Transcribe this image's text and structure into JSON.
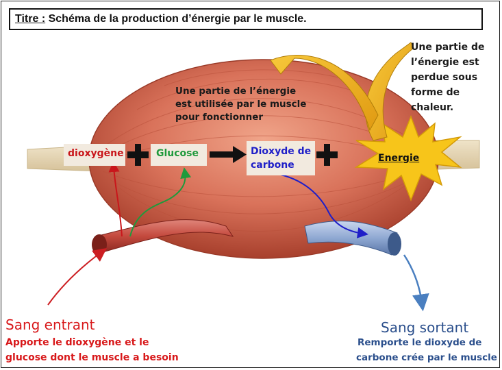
{
  "title": {
    "prefix": "Titre :",
    "text": "Schéma de la production d’énergie par le muscle."
  },
  "labels": {
    "dioxygene": "dioxygène",
    "glucose": "Glucose",
    "dioxyde_line1": "Dioxyde de",
    "dioxyde_line2": "carbone",
    "energie": "Energie",
    "used_line1": "Une partie de l’énergie",
    "used_line2": "est utilisée par le muscle",
    "used_line3": "pour fonctionner",
    "lost_line1": "Une partie de",
    "lost_line2": "l’énergie est",
    "lost_line3": "perdue sous",
    "lost_line4": "forme de",
    "lost_line5": "chaleur."
  },
  "incoming": {
    "heading": "Sang entrant",
    "line1": "Apporte le dioxygène et le",
    "line2": "glucose dont le muscle a besoin"
  },
  "outgoing": {
    "heading": "Sang sortant",
    "line1": "Remporte le dioxyde de",
    "line2": "carbone crée par le muscle"
  },
  "colors": {
    "oxygen": "#c9161b",
    "glucose": "#1f9a3c",
    "co2": "#1f1fc8",
    "energy_star": "#f7c51a",
    "muscle": "#d9725a",
    "artery": "#c85246",
    "vein": "#7a98c8",
    "heading_red": "#d8181a",
    "heading_blue": "#2b4f8c"
  }
}
